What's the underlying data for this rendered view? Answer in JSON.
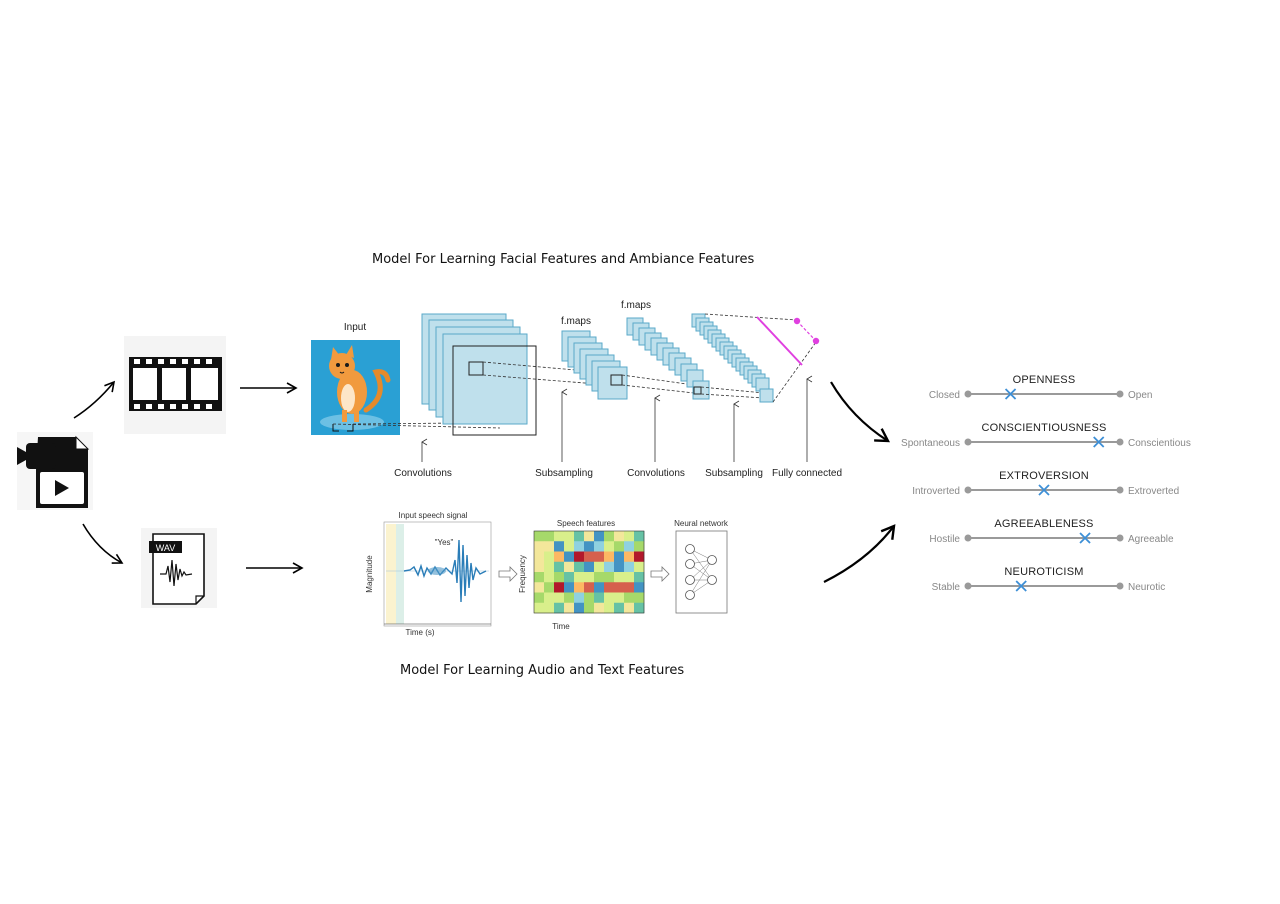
{
  "captions": {
    "top": "Model For Learning Facial Features and Ambiance Features",
    "bottom": "Model For Learning Audio and Text Features"
  },
  "icons": {
    "video_file": "video-file-icon",
    "film_strip": "film-strip-icon",
    "wav_file": "wav-file-icon",
    "cat_input": "cat-input-image"
  },
  "wav_label": "WAV",
  "cnn": {
    "input_label": "Input",
    "fmaps_label_1": "f.maps",
    "fmaps_label_2": "f.maps",
    "stages": [
      "Convolutions",
      "Subsampling",
      "Convolutions",
      "Subsampling",
      "Fully connected"
    ]
  },
  "speech": {
    "signal_title": "Input speech signal",
    "word": "\"Yes\"",
    "features_title": "Speech features",
    "network_title": "Neural network",
    "signal_ylabel": "Magnitude",
    "signal_xlabel": "Time (s)",
    "features_ylabel": "Frequency",
    "features_xlabel": "Time"
  },
  "traits": [
    {
      "name": "OPENNESS",
      "left": "Closed",
      "right": "Open",
      "value": 0.28
    },
    {
      "name": "CONSCIENTIOUSNESS",
      "left": "Spontaneous",
      "right": "Conscientious",
      "value": 0.86
    },
    {
      "name": "EXTROVERSION",
      "left": "Introverted",
      "right": "Extroverted",
      "value": 0.5
    },
    {
      "name": "AGREEABLENESS",
      "left": "Hostile",
      "right": "Agreeable",
      "value": 0.77
    },
    {
      "name": "NEUROTICISM",
      "left": "Stable",
      "right": "Neurotic",
      "value": 0.35
    }
  ],
  "colors": {
    "fmap_fill": "#bfe0ec",
    "fmap_stroke": "#5aa9c9",
    "input_bg": "#2aa0d4",
    "fc_accent": "#e040e0",
    "marker": "#3d8fd6",
    "scale_line": "#9a9a9a"
  }
}
